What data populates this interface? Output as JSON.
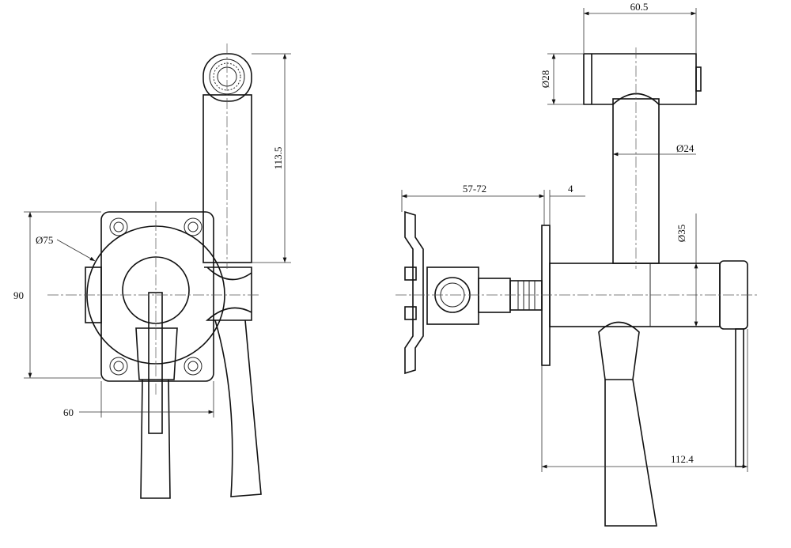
{
  "front_view": {
    "dim_height_shower": "113.5",
    "dim_diameter_escutcheon": "Ø75",
    "dim_height_plate": "90",
    "dim_width_plate": "60"
  },
  "side_view": {
    "dim_shower_length": "60.5",
    "dim_head_diameter": "Ø28",
    "dim_handle_diameter": "Ø24",
    "dim_wall_depth": "57-72",
    "dim_plate_thickness": "4",
    "dim_body_diameter": "Ø35",
    "dim_projection": "112.4"
  }
}
